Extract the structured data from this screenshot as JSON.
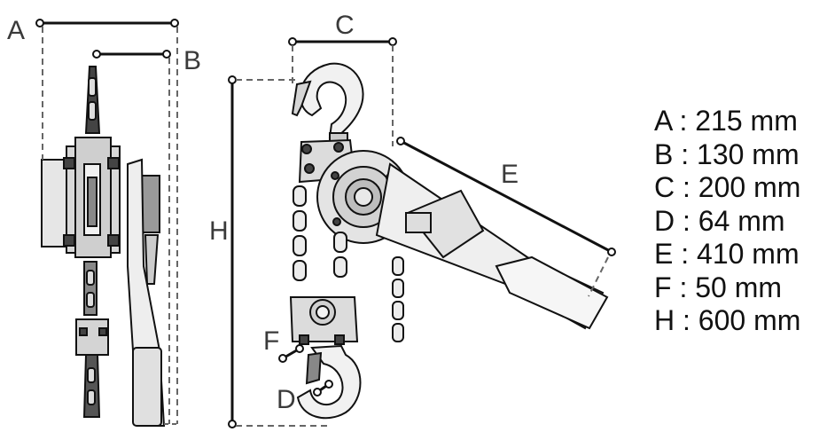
{
  "dimension_letters": {
    "a": "A",
    "b": "B",
    "c": "C",
    "d": "D",
    "e": "E",
    "f": "F",
    "h": "H"
  },
  "legend": [
    {
      "letter": "A",
      "text": "A : 215 mm"
    },
    {
      "letter": "B",
      "text": "B : 130 mm"
    },
    {
      "letter": "C",
      "text": "C : 200 mm"
    },
    {
      "letter": "D",
      "text": "D : 64 mm"
    },
    {
      "letter": "E",
      "text": "E : 410 mm"
    },
    {
      "letter": "F",
      "text": "F : 50 mm"
    },
    {
      "letter": "H",
      "text": "H : 600 mm"
    }
  ],
  "colors": {
    "line": "#111111",
    "dashed": "#666666",
    "body_fill": "#e9e9e9",
    "dark_fill": "#555555"
  }
}
